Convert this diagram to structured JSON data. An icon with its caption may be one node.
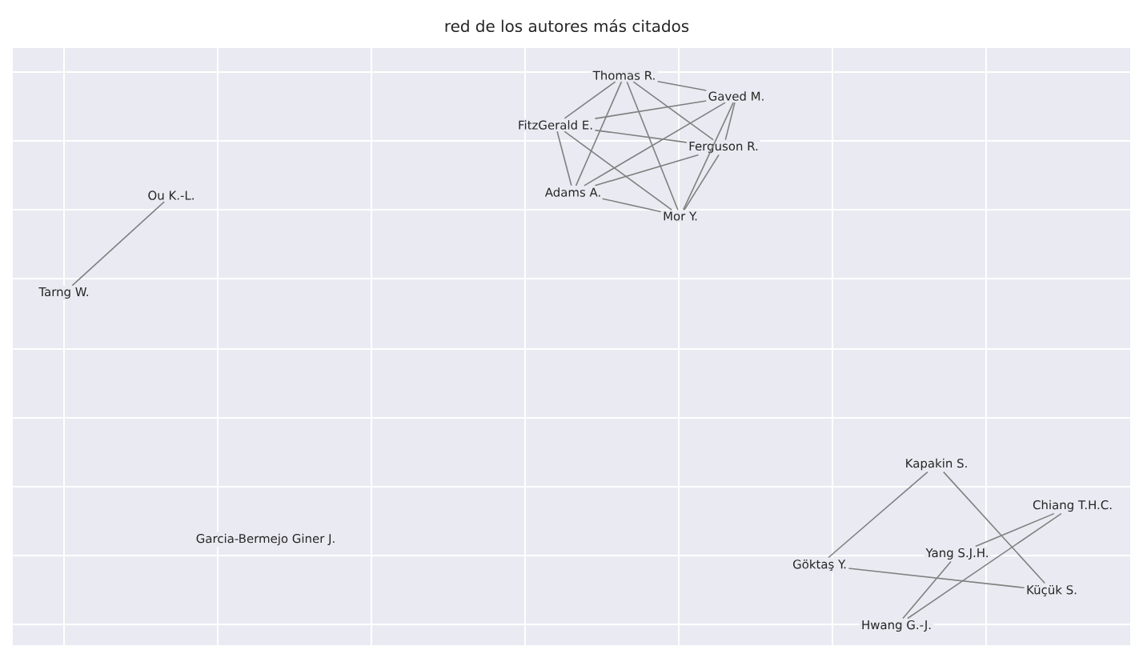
{
  "diagram": {
    "title": "red de los autores más citados",
    "nodes": [
      {
        "text": [
          "Thomas R."
        ]
      },
      {
        "text": [
          "Gaved M."
        ]
      },
      {
        "text": [
          "FitzGerald E."
        ]
      },
      {
        "text": [
          "Ferguson R."
        ]
      },
      {
        "text": [
          "Adams A."
        ]
      },
      {
        "text": [
          "Mor Y."
        ]
      },
      {
        "text": [
          "Ou K.-L."
        ]
      },
      {
        "text": [
          "Tarng W."
        ]
      },
      {
        "text": [
          "Kapakin S."
        ]
      },
      {
        "text": [
          "Chiang T.H.C."
        ]
      },
      {
        "text": [
          "Garcia-Bermejo Giner J."
        ]
      },
      {
        "text": [
          "Yang S.J.H."
        ]
      },
      {
        "text": [
          "Göktaş Y."
        ]
      },
      {
        "text": [
          "Küçük S."
        ]
      },
      {
        "text": [
          "Hwang G.-J."
        ]
      }
    ],
    "edges": [
      {
        "from": 0,
        "to": 1,
        "arrow": "none"
      },
      {
        "from": 0,
        "to": 2,
        "arrow": "none"
      },
      {
        "from": 0,
        "to": 3,
        "arrow": "none"
      },
      {
        "from": 0,
        "to": 4,
        "arrow": "none"
      },
      {
        "from": 0,
        "to": 5,
        "arrow": "none"
      },
      {
        "from": 1,
        "to": 2,
        "arrow": "none"
      },
      {
        "from": 1,
        "to": 3,
        "arrow": "none"
      },
      {
        "from": 1,
        "to": 4,
        "arrow": "none"
      },
      {
        "from": 1,
        "to": 5,
        "arrow": "none"
      },
      {
        "from": 2,
        "to": 3,
        "arrow": "none"
      },
      {
        "from": 2,
        "to": 4,
        "arrow": "none"
      },
      {
        "from": 2,
        "to": 5,
        "arrow": "none"
      },
      {
        "from": 3,
        "to": 4,
        "arrow": "none"
      },
      {
        "from": 3,
        "to": 5,
        "arrow": "none"
      },
      {
        "from": 4,
        "to": 5,
        "arrow": "none"
      },
      {
        "from": 6,
        "to": 7,
        "arrow": "none"
      },
      {
        "from": 8,
        "to": 12,
        "arrow": "none"
      },
      {
        "from": 8,
        "to": 13,
        "arrow": "none"
      },
      {
        "from": 12,
        "to": 13,
        "arrow": "none"
      },
      {
        "from": 9,
        "to": 11,
        "arrow": "none"
      },
      {
        "from": 9,
        "to": 14,
        "arrow": "none"
      },
      {
        "from": 11,
        "to": 14,
        "arrow": "none"
      }
    ]
  }
}
